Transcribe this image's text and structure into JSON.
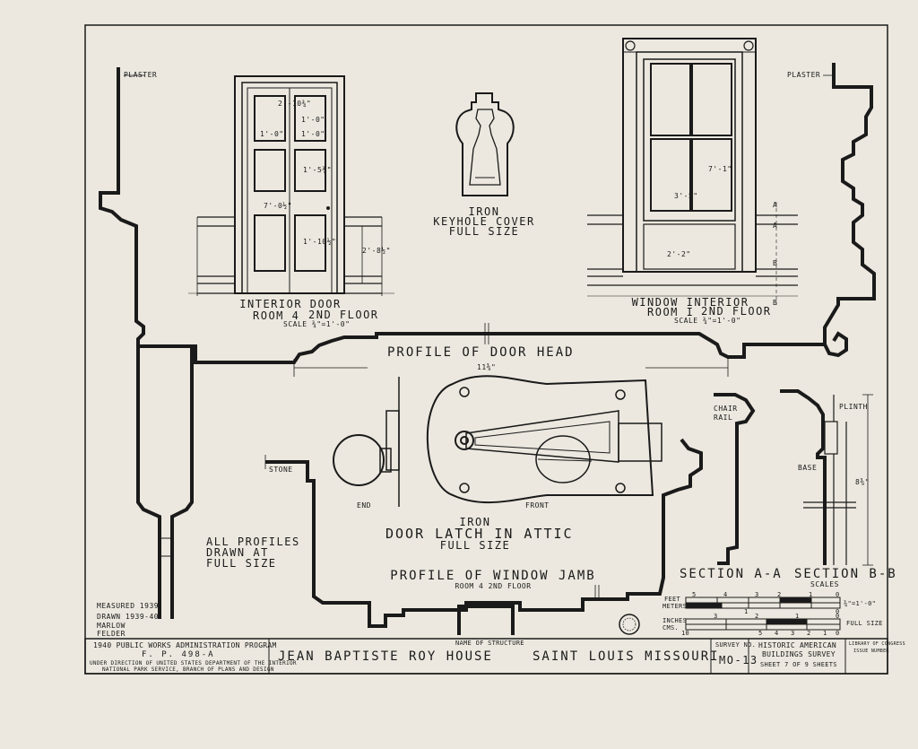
{
  "drawing": {
    "interior_door": {
      "title": "INTERIOR DOOR",
      "room": "ROOM 4",
      "floor": "2ND FLOOR",
      "scale": "SCALE ¾\"=1'-0\"",
      "dims": [
        "2'-10¾\"",
        "1'-0\"",
        "1'-0\"",
        "1'-0\"",
        "7'-0½\"",
        "1'-10½\"",
        "1'-5¾\"",
        "2'-8½\""
      ]
    },
    "keyhole": {
      "line1": "IRON",
      "line2": "KEYHOLE COVER",
      "line3": "FULL SIZE"
    },
    "window_interior": {
      "title": "WINDOW INTERIOR",
      "room": "ROOM I",
      "floor": "2ND FLOOR",
      "scale": "SCALE ¾\"=1'-0\"",
      "dims": [
        "3'-5\"",
        "7'-1\"",
        "2'-2\""
      ],
      "section_marks": [
        "A",
        "A",
        "B",
        "B"
      ]
    },
    "plaster_left": "PLASTER",
    "plaster_right": "PLASTER",
    "profile_door_head": "PROFILE OF DOOR HEAD",
    "door_head_dim": "11⅜\"",
    "stone": "STONE",
    "all_profiles": [
      "ALL PROFILES",
      "DRAWN    AT",
      "FULL    SIZE"
    ],
    "latch": {
      "end": "END",
      "front": "FRONT",
      "line1": "IRON",
      "line2": "DOOR LATCH IN ATTIC",
      "line3": "FULL SIZE"
    },
    "window_jamb": {
      "title": "PROFILE OF WINDOW JAMB",
      "sub": "ROOM 4  2ND FLOOR"
    },
    "chair_rail": [
      "CHAIR",
      "RAIL"
    ],
    "plinth": "PLINTH",
    "base": "BASE",
    "base_dim": "8⅜\"",
    "section_aa": "SECTION A-A",
    "section_bb": "SECTION B-B",
    "scales": {
      "title": "SCALES",
      "feet": "FEET",
      "meters": "METERS",
      "inches": "INCHES",
      "cms": "CMS.",
      "ratio": "¾\"=1'-0\"",
      "full": "FULL SIZE",
      "feet_ticks": [
        "5",
        "4",
        "3",
        "2",
        "1",
        "0"
      ],
      "inch_ticks": [
        "3",
        "2",
        "1",
        "0"
      ],
      "cm_ticks": [
        "10",
        "5",
        "4",
        "3",
        "2",
        "1",
        "0"
      ],
      "meter_ticks": [
        "1",
        "0"
      ]
    },
    "credits": [
      "MEASURED 1939",
      "DRAWN 1939-40",
      "MARLOW",
      "FELDER"
    ]
  },
  "title_block": {
    "program": "1940 PUBLIC WORKS ADMINISTRATION PROGRAM",
    "fp": "F. P. 498-A",
    "direction": "UNDER DIRECTION OF UNITED STATES DEPARTMENT OF THE INTERIOR",
    "nps": "NATIONAL PARK SERVICE, BRANCH OF PLANS AND DESIGN",
    "name_label": "NAME OF STRUCTURE",
    "structure": "JEAN BAPTISTE ROY HOUSE",
    "location": "SAINT LOUIS MISSOURI",
    "survey_label": "SURVEY NO.",
    "survey_no": "MO-13",
    "habs1": "HISTORIC AMERICAN",
    "habs2": "BUILDINGS SURVEY",
    "sheet_text": "SHEET 7 OF 9 SHEETS",
    "library": "LIBRARY OF CONGRESS",
    "library2": "ISSUE NUMBER"
  },
  "colors": {
    "paper": "#ece8df",
    "ink": "#1a1a1a"
  }
}
